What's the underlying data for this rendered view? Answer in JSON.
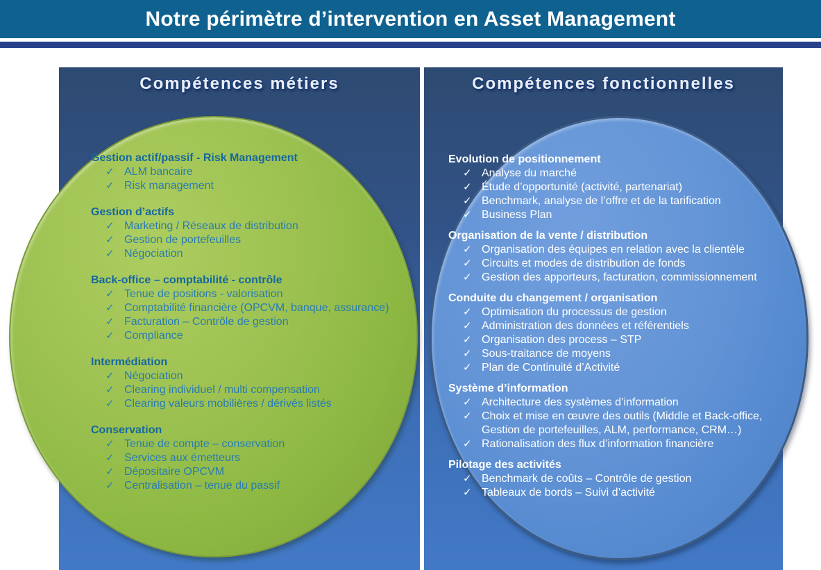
{
  "title": "Notre périmètre d’intervention en Asset Management",
  "checkmark": "✓",
  "colors": {
    "banner_blue": "#0f6290",
    "divider_navy": "#27418b",
    "panel_top": "#2d4a71",
    "panel_bottom": "#4279c6",
    "green_circle": "#8db943",
    "blue_circle": "#5d8ed2",
    "left_heading_text": "#16689f",
    "left_item_text": "#2a7cb0",
    "right_text": "#ffffff"
  },
  "panels": [
    {
      "id": "metiers",
      "header": "Compétences métiers",
      "sections": [
        {
          "heading": "Gestion actif/passif - Risk Management",
          "items": [
            "ALM bancaire",
            "Risk management"
          ]
        },
        {
          "heading": "Gestion d’actifs",
          "items": [
            "Marketing / Réseaux de distribution",
            "Gestion de portefeuilles",
            "Négociation"
          ]
        },
        {
          "heading": "Back-office – comptabilité - contrôle",
          "items": [
            "Tenue de positions - valorisation",
            "Comptabilité financière (OPCVM, banque, assurance)",
            "Facturation – Contrôle de gestion",
            "Compliance"
          ]
        },
        {
          "heading": "Intermédiation",
          "items": [
            "Négociation",
            "Clearing individuel / multi compensation",
            "Clearing valeurs mobilières / dérivés listés"
          ]
        },
        {
          "heading": "Conservation",
          "items": [
            "Tenue de compte – conservation",
            "Services aux émetteurs",
            "Dépositaire OPCVM",
            "Centralisation – tenue du passif"
          ]
        }
      ]
    },
    {
      "id": "fonctionnelles",
      "header": "Compétences fonctionnelles",
      "sections": [
        {
          "heading": "Evolution de positionnement",
          "items": [
            "Analyse du marché",
            "Étude d’opportunité (activité, partenariat)",
            "Benchmark, analyse de l’offre et de la tarification",
            "Business Plan"
          ]
        },
        {
          "heading": "Organisation de la vente / distribution",
          "items": [
            "Organisation des équipes en relation avec la clientèle",
            "Circuits et modes de distribution de fonds",
            "Gestion des apporteurs, facturation, commissionnement"
          ]
        },
        {
          "heading": "Conduite du changement / organisation",
          "items": [
            "Optimisation du processus de gestion",
            "Administration des données et référentiels",
            "Organisation des process – STP",
            "Sous-traitance de moyens",
            "Plan de Continuité d’Activité"
          ]
        },
        {
          "heading": "Système d’information",
          "items": [
            "Architecture des systèmes d’information",
            "Choix et mise en œuvre des outils (Middle et Back-office, Gestion de portefeuilles, ALM, performance, CRM…)",
            "Rationalisation des flux d’information financière"
          ]
        },
        {
          "heading": "Pilotage des activités",
          "items": [
            "Benchmark de coûts – Contrôle de gestion",
            "Tableaux de bords – Suivi d’activité"
          ]
        }
      ]
    }
  ]
}
